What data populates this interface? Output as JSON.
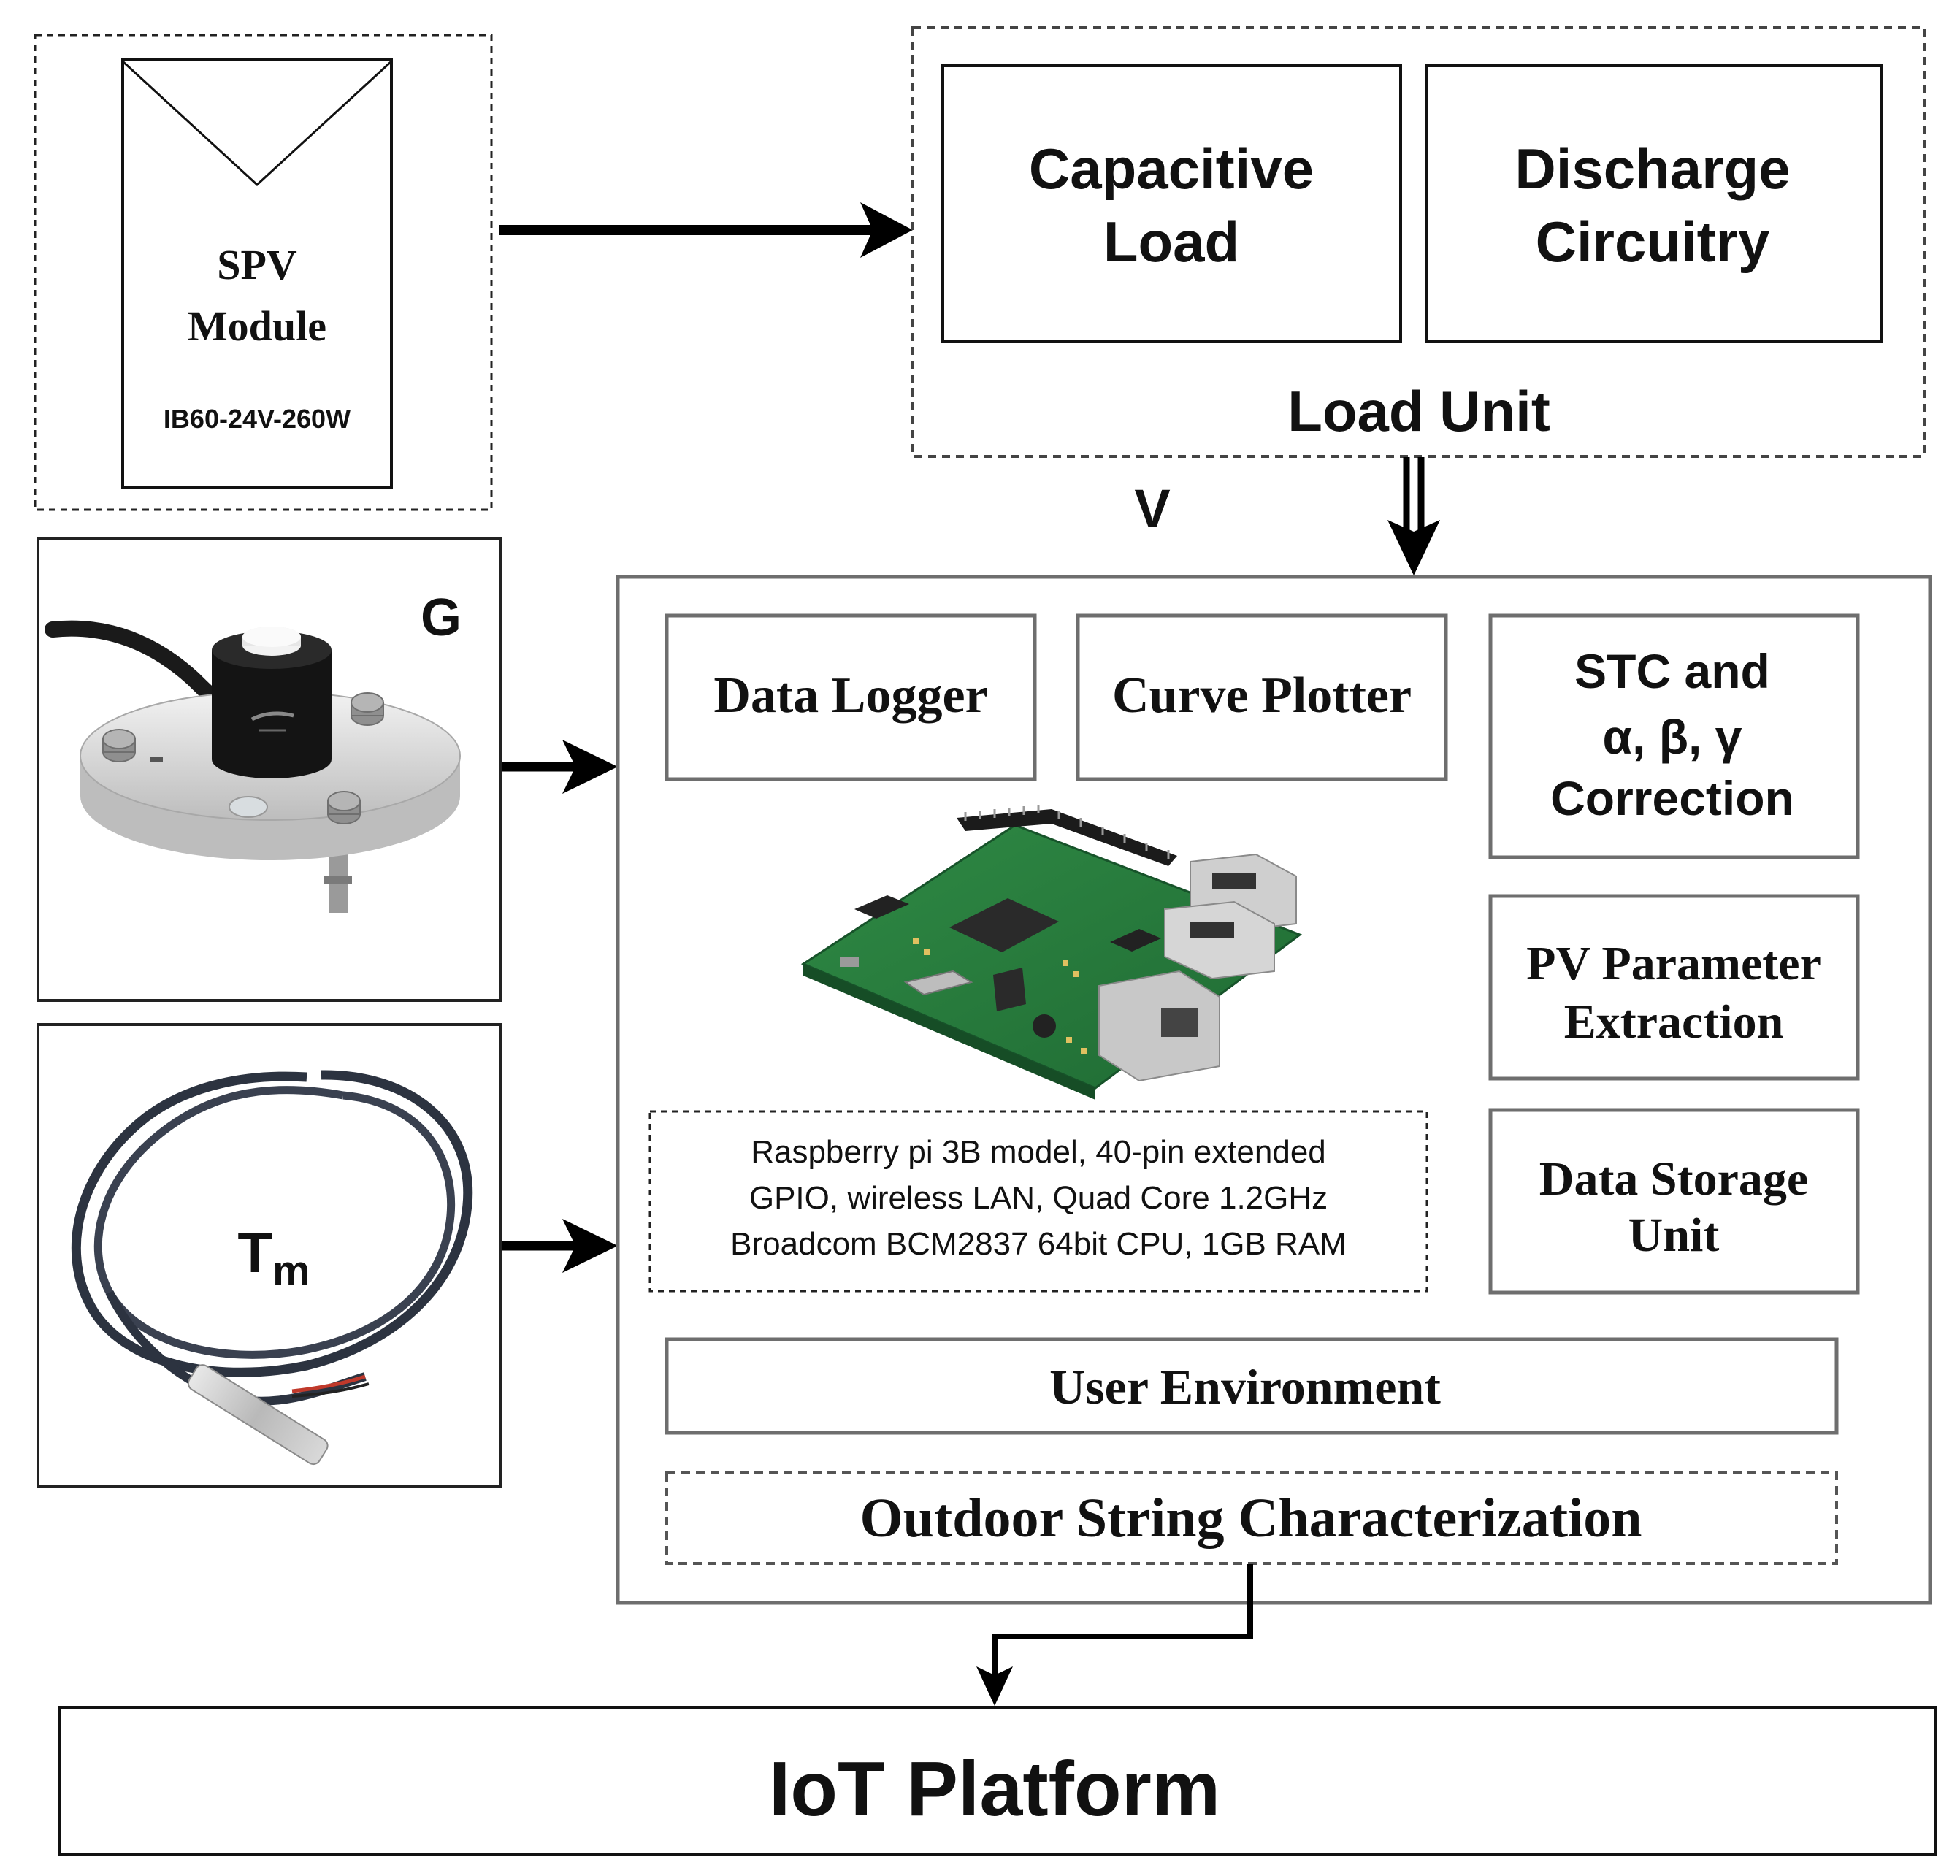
{
  "spv_module": {
    "title_line1": "SPV",
    "title_line2": "Module",
    "model": "IB60-24V-260W"
  },
  "load_unit": {
    "label": "Load Unit",
    "capacitive_line1": "Capacitive",
    "capacitive_line2": "Load",
    "discharge_line1": "Discharge",
    "discharge_line2": "Circuitry"
  },
  "signals": {
    "voltage": "V",
    "irradiance": "G",
    "temperature_main": "T",
    "temperature_sub": "m"
  },
  "processor": {
    "data_logger": "Data Logger",
    "curve_plotter": "Curve Plotter",
    "stc_line1": "STC and",
    "stc_line2": "α, β, γ",
    "stc_line3": "Correction",
    "pv_param_line1": "PV Parameter",
    "pv_param_line2": "Extraction",
    "storage_line1": "Data Storage",
    "storage_line2": "Unit",
    "rpi_spec_line1": "Raspberry pi 3B model, 40-pin extended",
    "rpi_spec_line2": "GPIO, wireless LAN, Quad Core 1.2GHz",
    "rpi_spec_line3": "Broadcom BCM2837 64bit CPU, 1GB RAM",
    "user_env": "User Environment",
    "outdoor": "Outdoor String Characterization"
  },
  "iot": {
    "label": "IoT Platform"
  }
}
